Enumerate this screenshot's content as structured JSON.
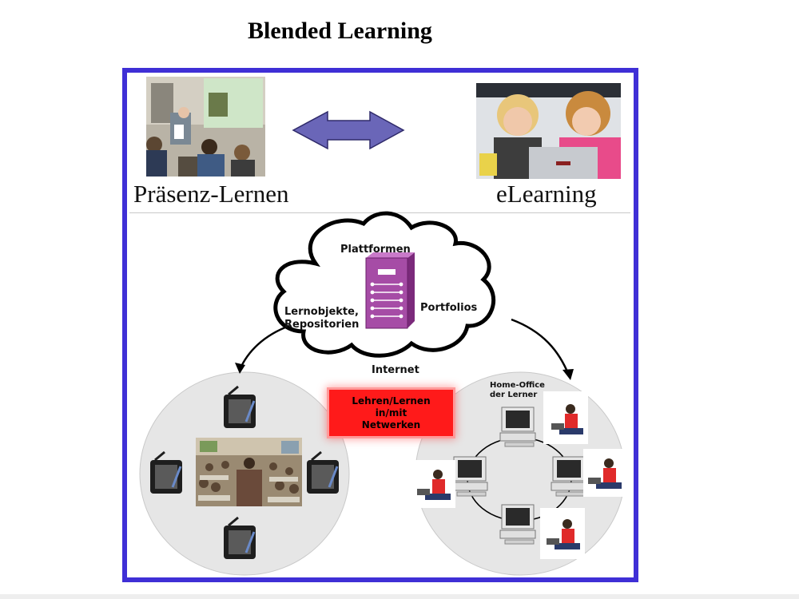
{
  "title": "Blended Learning",
  "top": {
    "left_label": "Präsenz-Lernen",
    "right_label": "eLearning"
  },
  "cloud": {
    "platforms": "Plattformen",
    "portfolios": "Portfolios",
    "lernobjekte": "Lernobjekte,",
    "repositorien": "Repositorien",
    "internet": "Internet"
  },
  "center_box": {
    "text": "Lehren/Lernen\nin/mit\nNetwerken"
  },
  "home_office": {
    "line1": "Home-Office",
    "line2": "der Lerner"
  },
  "colors": {
    "frame": "#3f2fd6",
    "arrow": "#6a66b8",
    "server": "#a64ca6",
    "red_box": "#ff1a1a"
  }
}
